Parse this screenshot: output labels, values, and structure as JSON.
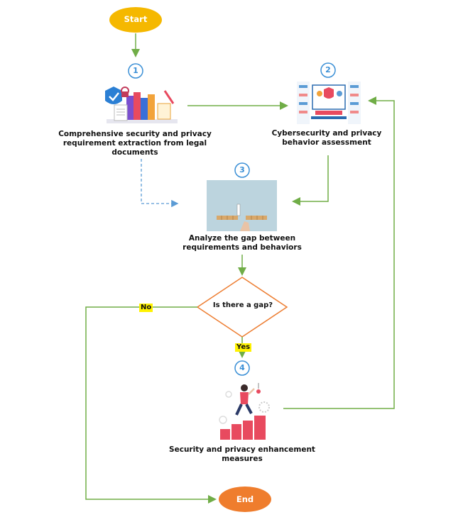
{
  "diagram": {
    "start": "Start",
    "end": "End",
    "steps": [
      {
        "number": "1",
        "text": "Comprehensive security and privacy requirement extraction from legal documents",
        "icon": "legal-documents-icon"
      },
      {
        "number": "2",
        "text": "Cybersecurity and privacy behavior assessment",
        "icon": "security-dashboard-icon"
      },
      {
        "number": "3",
        "text": "Analyze the gap between requirements and behaviors",
        "icon": "gap-blocks-icon"
      },
      {
        "number": "4",
        "text": "Security and privacy enhancement measures",
        "icon": "growth-steps-icon"
      }
    ],
    "decision": "Is there a gap?",
    "yes": "Yes",
    "no": "No"
  },
  "colors": {
    "start_fill": "#f5b800",
    "end_fill": "#ef7d2d",
    "arrow_green": "#70ad47",
    "arrow_dashed_blue": "#5b9bd5",
    "decision_stroke": "#ed7d31",
    "number_circle": "#3a8fd6",
    "label_highlight": "#fff200"
  }
}
